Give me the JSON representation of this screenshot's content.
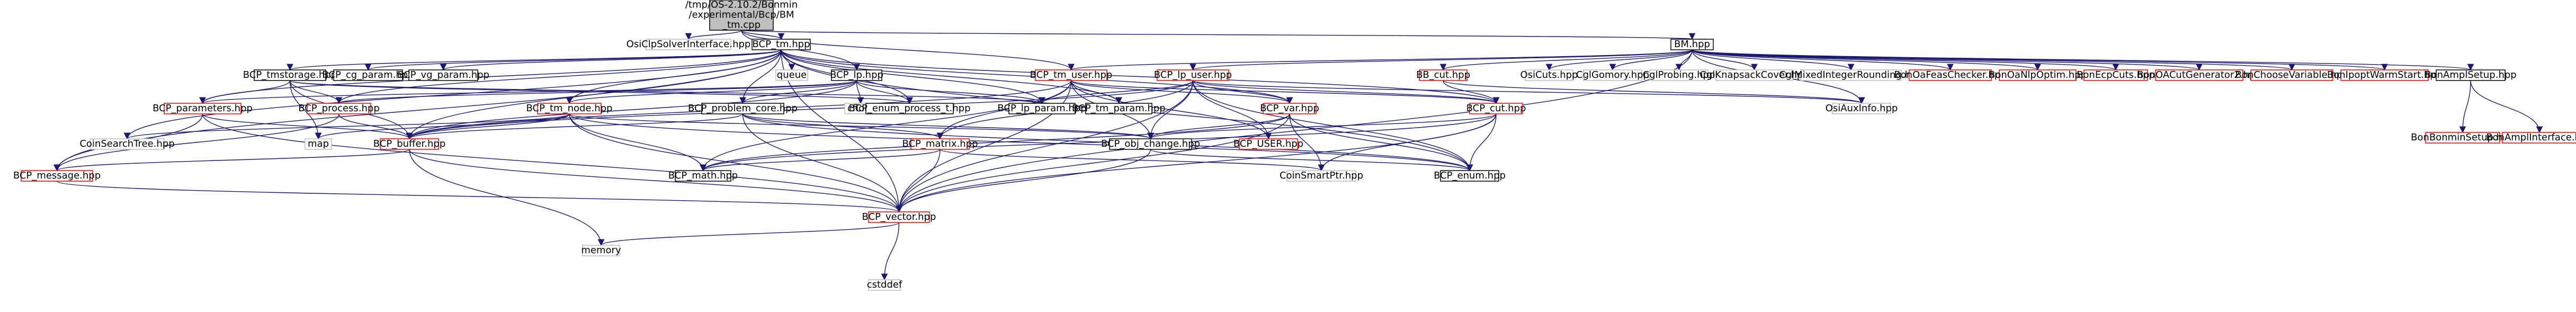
{
  "colors": {
    "edge": "#191970",
    "root_fill": "#bfbfbf",
    "root_border": "#000000",
    "documented_border": "#000000",
    "undocumented_border": "#bfbfbf",
    "external_border": "#ff0000",
    "box_fill": "#ffffff"
  },
  "nodes": [
    {
      "id": "root",
      "lines": [
        "/tmp/OS-2.10.2/Bonmin",
        "/experimental/Bcp/BM",
        "_tm.cpp"
      ],
      "style": "root"
    },
    {
      "id": "osi_clp",
      "lines": [
        "OsiClpSolverInterface.hpp"
      ],
      "style": "plain"
    },
    {
      "id": "bcp_tm",
      "lines": [
        "BCP_tm.hpp"
      ],
      "style": "doc"
    },
    {
      "id": "bm_hpp",
      "lines": [
        "BM.hpp"
      ],
      "style": "doc"
    },
    {
      "id": "bcp_tmstorage",
      "lines": [
        "BCP_tmstorage.hpp"
      ],
      "style": "doc"
    },
    {
      "id": "bcp_cg_param",
      "lines": [
        "BCP_cg_param.hpp"
      ],
      "style": "doc"
    },
    {
      "id": "bcp_vg_param",
      "lines": [
        "BCP_vg_param.hpp"
      ],
      "style": "doc"
    },
    {
      "id": "queue",
      "lines": [
        "queue"
      ],
      "style": "plain"
    },
    {
      "id": "bcp_lp",
      "lines": [
        "BCP_lp.hpp"
      ],
      "style": "doc"
    },
    {
      "id": "bcp_tm_user",
      "lines": [
        "BCP_tm_user.hpp"
      ],
      "style": "ext"
    },
    {
      "id": "bcp_lp_user",
      "lines": [
        "BCP_lp_user.hpp"
      ],
      "style": "ext"
    },
    {
      "id": "bb_cut",
      "lines": [
        "BB_cut.hpp"
      ],
      "style": "ext"
    },
    {
      "id": "osi_cuts",
      "lines": [
        "OsiCuts.hpp"
      ],
      "style": "plain"
    },
    {
      "id": "cg_gomory",
      "lines": [
        "CglGomory.hpp"
      ],
      "style": "plain"
    },
    {
      "id": "cg_probing",
      "lines": [
        "CglProbing.hpp"
      ],
      "style": "plain"
    },
    {
      "id": "cg_knapsack",
      "lines": [
        "CglKnapsackCover.hpp"
      ],
      "style": "plain"
    },
    {
      "id": "cg_mixed",
      "lines": [
        "CglMixedIntegerRounding.hpp"
      ],
      "style": "plain"
    },
    {
      "id": "bon_oafeas",
      "lines": [
        "BonOaFeasChecker.hpp"
      ],
      "style": "ext"
    },
    {
      "id": "bon_oanlp",
      "lines": [
        "BonOaNlpOptim.hpp"
      ],
      "style": "ext"
    },
    {
      "id": "bon_ecp",
      "lines": [
        "BonEcpCuts.hpp"
      ],
      "style": "ext"
    },
    {
      "id": "bon_oacut2",
      "lines": [
        "BonOACutGenerator2.hpp"
      ],
      "style": "ext"
    },
    {
      "id": "bon_choose",
      "lines": [
        "BonChooseVariable.hpp"
      ],
      "style": "ext"
    },
    {
      "id": "bon_ipopt",
      "lines": [
        "BonIpoptWarmStart.hpp"
      ],
      "style": "ext"
    },
    {
      "id": "bon_amplsetup",
      "lines": [
        "BonAmplSetup.hpp"
      ],
      "style": "doc"
    },
    {
      "id": "bcp_parameters",
      "lines": [
        "BCP_parameters.hpp"
      ],
      "style": "ext"
    },
    {
      "id": "bcp_process",
      "lines": [
        "BCP_process.hpp"
      ],
      "style": "ext"
    },
    {
      "id": "bcp_tm_node",
      "lines": [
        "BCP_tm_node.hpp"
      ],
      "style": "ext"
    },
    {
      "id": "bcp_problem_core",
      "lines": [
        "BCP_problem_core.hpp"
      ],
      "style": "doc"
    },
    {
      "id": "cfloat",
      "lines": [
        "cfloat"
      ],
      "style": "plain"
    },
    {
      "id": "bcp_enum_process",
      "lines": [
        "BCP_enum_process_t.hpp"
      ],
      "style": "doc"
    },
    {
      "id": "bcp_lp_param",
      "lines": [
        "BCP_lp_param.hpp"
      ],
      "style": "doc"
    },
    {
      "id": "bcp_tm_param",
      "lines": [
        "BCP_tm_param.hpp"
      ],
      "style": "doc"
    },
    {
      "id": "bcp_var",
      "lines": [
        "BCP_var.hpp"
      ],
      "style": "ext"
    },
    {
      "id": "bcp_cut",
      "lines": [
        "BCP_cut.hpp"
      ],
      "style": "ext"
    },
    {
      "id": "osi_aux",
      "lines": [
        "OsiAuxInfo.hpp"
      ],
      "style": "plain"
    },
    {
      "id": "bon_bonmin_setup",
      "lines": [
        "BonBonminSetup.hpp"
      ],
      "style": "ext"
    },
    {
      "id": "bon_ampl_iface",
      "lines": [
        "BonAmplInterface.hpp"
      ],
      "style": "ext"
    },
    {
      "id": "coin_search_tree",
      "lines": [
        "CoinSearchTree.hpp"
      ],
      "style": "plain"
    },
    {
      "id": "map",
      "lines": [
        "map"
      ],
      "style": "plain"
    },
    {
      "id": "bcp_buffer",
      "lines": [
        "BCP_buffer.hpp"
      ],
      "style": "ext"
    },
    {
      "id": "bcp_matrix",
      "lines": [
        "BCP_matrix.hpp"
      ],
      "style": "ext"
    },
    {
      "id": "bcp_obj_change",
      "lines": [
        "BCP_obj_change.hpp"
      ],
      "style": "doc"
    },
    {
      "id": "bcp_user",
      "lines": [
        "BCP_USER.hpp"
      ],
      "style": "ext"
    },
    {
      "id": "bcp_message",
      "lines": [
        "BCP_message.hpp"
      ],
      "style": "ext"
    },
    {
      "id": "bcp_math",
      "lines": [
        "BCP_math.hpp"
      ],
      "style": "doc"
    },
    {
      "id": "coin_smartptr",
      "lines": [
        "CoinSmartPtr.hpp"
      ],
      "style": "plain"
    },
    {
      "id": "bcp_enum",
      "lines": [
        "BCP_enum.hpp"
      ],
      "style": "doc"
    },
    {
      "id": "bcp_vector",
      "lines": [
        "BCP_vector.hpp"
      ],
      "style": "ext"
    },
    {
      "id": "memory",
      "lines": [
        "memory"
      ],
      "style": "plain"
    },
    {
      "id": "cstddef",
      "lines": [
        "cstddef"
      ],
      "style": "plain"
    }
  ],
  "edges": [
    [
      "root",
      "osi_clp"
    ],
    [
      "root",
      "bcp_tm"
    ],
    [
      "root",
      "bm_hpp"
    ],
    [
      "root",
      "bcp_lp"
    ],
    [
      "root",
      "bcp_tm_user"
    ],
    [
      "bcp_tm",
      "bcp_tmstorage"
    ],
    [
      "bcp_tm",
      "bcp_cg_param"
    ],
    [
      "bcp_tm",
      "bcp_vg_param"
    ],
    [
      "bcp_tm",
      "queue"
    ],
    [
      "bcp_tm",
      "bcp_parameters"
    ],
    [
      "bcp_tm",
      "bcp_process"
    ],
    [
      "bcp_tm",
      "bcp_tm_node"
    ],
    [
      "bcp_tm",
      "bcp_problem_core"
    ],
    [
      "bcp_tm",
      "bcp_enum_process"
    ],
    [
      "bcp_tm",
      "bcp_lp_param"
    ],
    [
      "bcp_tm",
      "bcp_tm_param"
    ],
    [
      "bcp_tm",
      "bcp_var"
    ],
    [
      "bcp_tm",
      "bcp_cut"
    ],
    [
      "bcp_tm",
      "coin_search_tree"
    ],
    [
      "bcp_tm",
      "bcp_message"
    ],
    [
      "bcp_tm",
      "bcp_buffer"
    ],
    [
      "bcp_tm",
      "bcp_vector"
    ],
    [
      "bcp_tm",
      "bcp_enum"
    ],
    [
      "bcp_tmstorage",
      "bcp_parameters"
    ],
    [
      "bcp_tmstorage",
      "bcp_process"
    ],
    [
      "bcp_tmstorage",
      "bcp_buffer"
    ],
    [
      "bcp_tmstorage",
      "bcp_enum_process"
    ],
    [
      "bcp_tmstorage",
      "map"
    ],
    [
      "bcp_tmstorage",
      "bcp_lp_param"
    ],
    [
      "bcp_lp",
      "bcp_parameters"
    ],
    [
      "bcp_lp",
      "bcp_process"
    ],
    [
      "bcp_lp",
      "cfloat"
    ],
    [
      "bcp_lp",
      "bcp_enum_process"
    ],
    [
      "bcp_lp",
      "bcp_lp_param"
    ],
    [
      "bcp_lp",
      "bcp_problem_core"
    ],
    [
      "bcp_lp",
      "bcp_tm_node"
    ],
    [
      "bcp_lp",
      "bcp_buffer"
    ],
    [
      "bm_hpp",
      "bcp_tm_user"
    ],
    [
      "bm_hpp",
      "bcp_lp_user"
    ],
    [
      "bm_hpp",
      "bb_cut"
    ],
    [
      "bm_hpp",
      "osi_cuts"
    ],
    [
      "bm_hpp",
      "cg_gomory"
    ],
    [
      "bm_hpp",
      "cg_probing"
    ],
    [
      "bm_hpp",
      "cg_knapsack"
    ],
    [
      "bm_hpp",
      "cg_mixed"
    ],
    [
      "bm_hpp",
      "bon_oafeas"
    ],
    [
      "bm_hpp",
      "bon_oanlp"
    ],
    [
      "bm_hpp",
      "bon_ecp"
    ],
    [
      "bm_hpp",
      "bon_oacut2"
    ],
    [
      "bm_hpp",
      "bon_choose"
    ],
    [
      "bm_hpp",
      "bon_ipopt"
    ],
    [
      "bm_hpp",
      "bon_amplsetup"
    ],
    [
      "bm_hpp",
      "osi_aux"
    ],
    [
      "bm_hpp",
      "bcp_vector"
    ],
    [
      "bcp_tm_user",
      "bcp_var"
    ],
    [
      "bcp_tm_user",
      "bcp_cut"
    ],
    [
      "bcp_tm_user",
      "bcp_matrix"
    ],
    [
      "bcp_tm_user",
      "bcp_user"
    ],
    [
      "bcp_tm_user",
      "bcp_buffer"
    ],
    [
      "bcp_tm_user",
      "bcp_tm_param"
    ],
    [
      "bcp_tm_user",
      "bcp_vector"
    ],
    [
      "bcp_tm_user",
      "bcp_math"
    ],
    [
      "bcp_tm_user",
      "bcp_obj_change"
    ],
    [
      "bcp_lp_user",
      "bcp_var"
    ],
    [
      "bcp_lp_user",
      "bcp_cut"
    ],
    [
      "bcp_lp_user",
      "bcp_matrix"
    ],
    [
      "bcp_lp_user",
      "bcp_user"
    ],
    [
      "bcp_lp_user",
      "bcp_lp_param"
    ],
    [
      "bcp_lp_user",
      "bcp_buffer"
    ],
    [
      "bcp_lp_user",
      "bcp_vector"
    ],
    [
      "bcp_lp_user",
      "osi_aux"
    ],
    [
      "bcp_lp_user",
      "bcp_obj_change"
    ],
    [
      "bcp_lp_user",
      "bcp_enum"
    ],
    [
      "bb_cut",
      "bcp_cut"
    ],
    [
      "bb_cut",
      "osi_aux"
    ],
    [
      "bcp_var",
      "bcp_vector"
    ],
    [
      "bcp_var",
      "bcp_obj_change"
    ],
    [
      "bcp_var",
      "bcp_enum"
    ],
    [
      "bcp_var",
      "coin_smartptr"
    ],
    [
      "bcp_var",
      "bcp_math"
    ],
    [
      "bcp_cut",
      "bcp_vector"
    ],
    [
      "bcp_cut",
      "bcp_obj_change"
    ],
    [
      "bcp_cut",
      "bcp_enum"
    ],
    [
      "bcp_cut",
      "coin_smartptr"
    ],
    [
      "bcp_cut",
      "bcp_math"
    ],
    [
      "bon_amplsetup",
      "bon_bonmin_setup"
    ],
    [
      "bon_amplsetup",
      "bon_ampl_iface"
    ],
    [
      "bcp_parameters",
      "bcp_vector"
    ],
    [
      "bcp_parameters",
      "bcp_buffer"
    ],
    [
      "bcp_parameters",
      "bcp_message"
    ],
    [
      "bcp_process",
      "bcp_buffer"
    ],
    [
      "bcp_process",
      "bcp_message"
    ],
    [
      "bcp_tm_node",
      "coin_search_tree"
    ],
    [
      "bcp_tm_node",
      "map"
    ],
    [
      "bcp_tm_node",
      "bcp_buffer"
    ],
    [
      "bcp_tm_node",
      "bcp_math"
    ],
    [
      "bcp_tm_node",
      "bcp_vector"
    ],
    [
      "bcp_tm_node",
      "bcp_enum"
    ],
    [
      "bcp_tm_node",
      "bcp_obj_change"
    ],
    [
      "bcp_problem_core",
      "bcp_matrix"
    ],
    [
      "bcp_problem_core",
      "bcp_obj_change"
    ],
    [
      "bcp_problem_core",
      "bcp_vector"
    ],
    [
      "bcp_problem_core",
      "bcp_buffer"
    ],
    [
      "bcp_problem_core",
      "bcp_enum"
    ],
    [
      "bcp_buffer",
      "bcp_message"
    ],
    [
      "bcp_buffer",
      "bcp_vector"
    ],
    [
      "bcp_buffer",
      "memory"
    ],
    [
      "bcp_matrix",
      "bcp_vector"
    ],
    [
      "bcp_matrix",
      "coin_smartptr"
    ],
    [
      "bcp_matrix",
      "bcp_math"
    ],
    [
      "bcp_obj_change",
      "bcp_vector"
    ],
    [
      "bcp_obj_change",
      "bcp_enum"
    ],
    [
      "bcp_message",
      "bcp_vector"
    ],
    [
      "bcp_vector",
      "memory"
    ],
    [
      "bcp_vector",
      "cstddef"
    ]
  ]
}
